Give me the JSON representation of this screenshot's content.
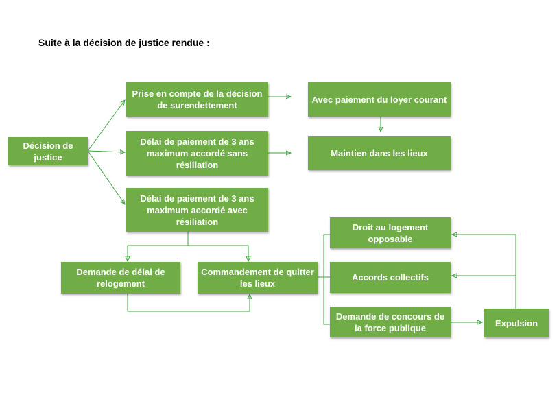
{
  "title": "Suite à la décision de justice rendue :",
  "nodes": {
    "decision": "Décision de justice",
    "prise_en_compte": "Prise en compte de la décision de surendettement",
    "delai_sans": "Délai de paiement de 3 ans maximum accordé sans résiliation",
    "delai_avec": "Délai de paiement de 3 ans maximum accordé avec résiliation",
    "avec_paiement": "Avec paiement du loyer courant",
    "maintien": "Maintien dans les lieux",
    "demande_delai": "Demande de délai de relogement",
    "commandement": "Commandement de quitter les lieux",
    "dalo": "Droit au logement opposable",
    "accords": "Accords collectifs",
    "concours": "Demande de concours de la force publique",
    "expulsion": "Expulsion"
  },
  "colors": {
    "box": "#70ad47",
    "connector": "#3aa63a",
    "text": "#ffffff"
  }
}
